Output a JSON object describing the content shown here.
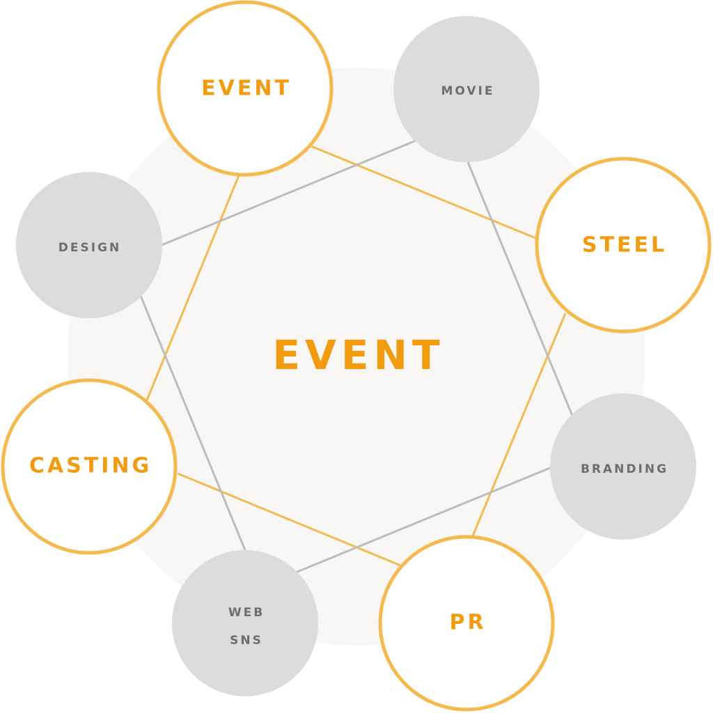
{
  "colors": {
    "accent": "#F29B0F",
    "ring": "#F5BA4F",
    "grey_fill": "#DCDCDC",
    "grey_text": "#6E6E6E",
    "grey_line": "#BDBDBD",
    "backdrop": "#F8F7F5"
  },
  "center": {
    "label": "EVENT"
  },
  "nodes": {
    "event": {
      "label": "EVENT"
    },
    "movie": {
      "label": "MOVIE"
    },
    "steel": {
      "label": "STEEL"
    },
    "design": {
      "label": "DESIGN"
    },
    "branding": {
      "label": "BRANDING"
    },
    "casting": {
      "label": "CASTING"
    },
    "web_sns": {
      "line1": "WEB",
      "line2": "SNS"
    },
    "pr": {
      "label": "PR"
    }
  }
}
